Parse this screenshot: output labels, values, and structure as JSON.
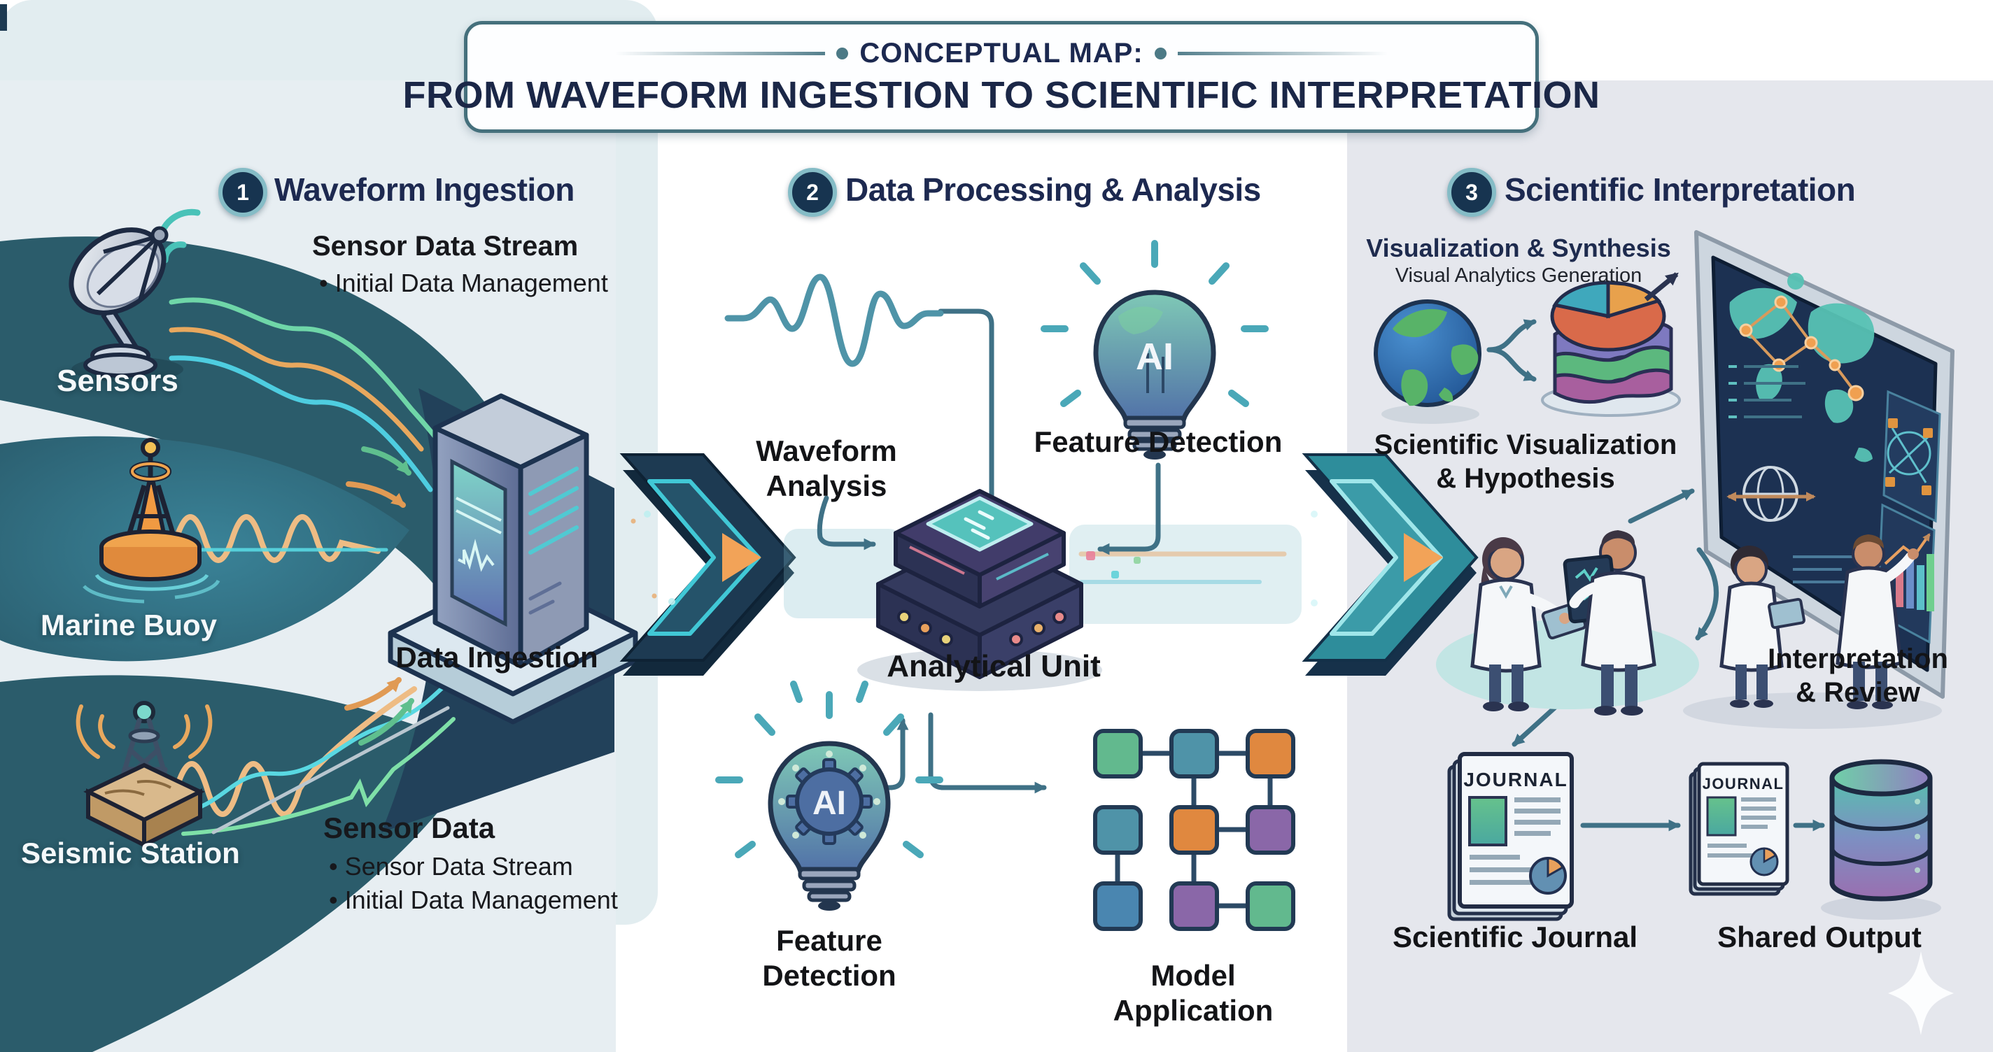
{
  "title": {
    "line1": "CONCEPTUAL MAP:",
    "line2": "FROM WAVEFORM INGESTION TO SCIENTIFIC INTERPRETATION"
  },
  "colors": {
    "band_teal": "#2b5c6b",
    "funnel_navy": "#22415a",
    "accent_teal": "#3ec6d4",
    "accent_orange": "#efa050",
    "heading_navy": "#1d2950",
    "panel1": "#e7eef2",
    "panel2": "#e2edf0",
    "panel3": "#e5e7ed"
  },
  "col1": {
    "num": "1",
    "heading": "Waveform Ingestion",
    "block1_title": "Sensor Data Stream",
    "block1_b1": "• Initial Data Management",
    "sensors_label": "Sensors",
    "buoy_label": "Marine Buoy",
    "seismic_label": "Seismic Station",
    "server_label": "Data Ingestion",
    "block2_title": "Sensor Data",
    "block2_b1": "• Sensor Data Stream",
    "block2_b2": "• Initial Data Management"
  },
  "col2": {
    "num": "2",
    "heading": "Data Processing & Analysis",
    "wave_l1": "Waveform",
    "wave_l2": "Analysis",
    "feature_top": "Feature Detection",
    "ai_label": "AI",
    "unit_label": "Analytical Unit",
    "feature_bottom_l1": "Feature",
    "feature_bottom_l2": "Detection",
    "model_l1": "Model",
    "model_l2": "Application"
  },
  "col3": {
    "num": "3",
    "heading": "Scientific Interpretation",
    "viz_title": "Visualization & Synthesis",
    "viz_sub": "Visual Analytics Generation",
    "sciviz_l1": "Scientific Visualization",
    "sciviz_l2": "& Hypothesis",
    "interp_l1": "Interpretation",
    "interp_l2": "& Review",
    "journal_header": "JOURNAL",
    "journal_label": "Scientific Journal",
    "shared_label": "Shared Output"
  }
}
